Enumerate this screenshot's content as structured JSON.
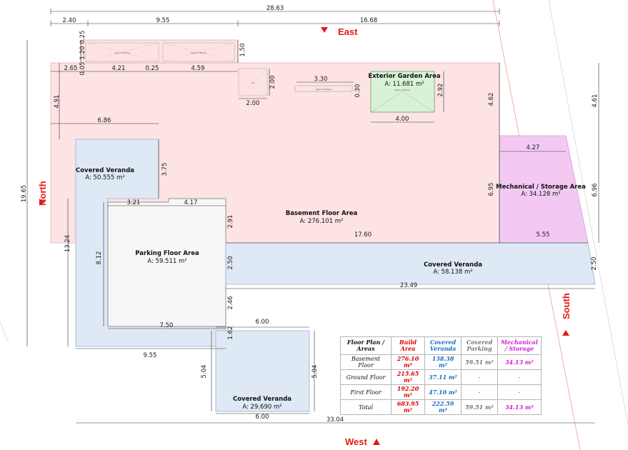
{
  "compass": {
    "east": "East",
    "west": "West",
    "north": "North",
    "south": "South"
  },
  "areas": {
    "exterior_garden": {
      "name": "Exterior Garden Area",
      "area": "A: 11.681 m²",
      "color": "#d8f2d8"
    },
    "basement": {
      "name": "Basement Floor Area",
      "area": "A: 276.101 m²",
      "color": "#fde3e3"
    },
    "mechanical": {
      "name": "Mechanical / Storage Area",
      "area": "A: 34.128 m²",
      "color": "#f3c9f3"
    },
    "veranda_north": {
      "name": "Covered Veranda",
      "area": "A: 50.555 m²",
      "color": "#dfe9f5"
    },
    "parking": {
      "name": "Parking Floor Area",
      "area": "A: 59.511 m²",
      "color": "#f7f7f7"
    },
    "veranda_south": {
      "name": "Covered Veranda",
      "area": "A: 58.138 m²",
      "color": "#dfe9f5"
    },
    "veranda_west": {
      "name": "Covered Veranda",
      "area": "A: 29.690 m²",
      "color": "#dfe9f5"
    }
  },
  "labels": {
    "open_to_below": "Open to Below"
  },
  "dimensions": {
    "overall_top": "28.63",
    "top_left": "2.40",
    "top_mid": "9.55",
    "top_right": "16.68",
    "top_0_25": "0.25",
    "top_1_20": "1.20",
    "top_0_05": "0.05",
    "top_1_50": "1.50",
    "seg_2_65": "2.65",
    "seg_4_21": "4.21",
    "seg_0_25": "0.25",
    "seg_4_59": "4.59",
    "seg_2_00v": "2.00",
    "seg_2_00h": "2.00",
    "seg_3_30": "3.30",
    "seg_0_30": "0.30",
    "seg_2_92": "2.92",
    "seg_4_00": "4.00",
    "seg_4_62": "4.62",
    "seg_4_61": "4.61",
    "seg_4_91": "4.91",
    "seg_6_86": "6.86",
    "seg_3_75": "3.75",
    "seg_4_27": "4.27",
    "overall_left": "19.65",
    "seg_6_95": "6.95",
    "seg_6_96": "6.96",
    "seg_3_21": "3.21",
    "seg_4_17": "4.17",
    "seg_2_91": "2.91",
    "seg_17_60": "17.60",
    "seg_5_55": "5.55",
    "seg_13_24": "13.24",
    "seg_8_12": "8.12",
    "seg_2_50a": "2.50",
    "seg_2_50b": "2.50",
    "seg_23_49": "23.49",
    "seg_2_46": "2.46",
    "seg_7_50": "7.50",
    "seg_6_00a": "6.00",
    "seg_1_62": "1.62",
    "seg_9_55b": "9.55",
    "seg_5_04a": "5.04",
    "seg_5_04b": "5.04",
    "seg_6_00b": "6.00",
    "overall_bottom": "33.04"
  },
  "table": {
    "headers": [
      "Floor Plan / Areas",
      "Build Area",
      "Covered Veranda",
      "Covered Parking",
      "Mechanical / Storage"
    ],
    "rows": [
      [
        "Basement Floor",
        "276.10 m²",
        "138.38 m²",
        "59.51 m²",
        "34.13 m²"
      ],
      [
        "Ground Floor",
        "215.65 m²",
        "37.11 m²",
        "-",
        "-"
      ],
      [
        "First Floor",
        "192.20 m²",
        "47.10 m²",
        "-",
        "-"
      ],
      [
        "Total",
        "683.95 m²",
        "222.59 m²",
        "59.51 m²",
        "34.13 m²"
      ]
    ]
  }
}
